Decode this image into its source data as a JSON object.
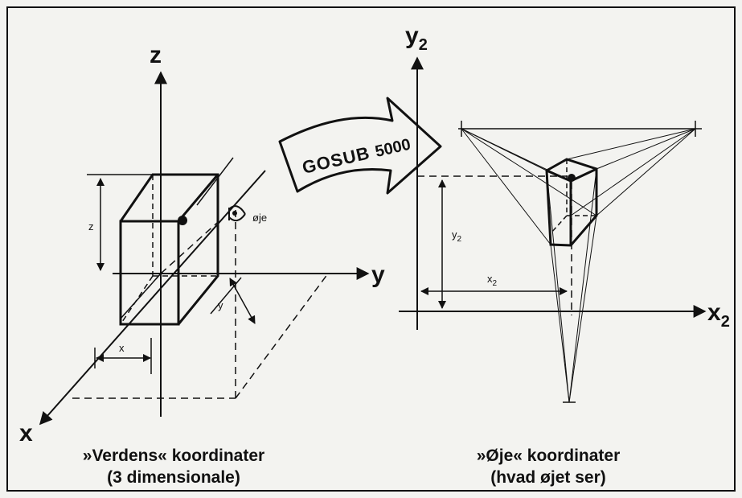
{
  "left_diagram": {
    "axis_z": "z",
    "axis_y": "y",
    "axis_x": "x",
    "dim_z": "z",
    "dim_y": "y",
    "dim_x": "x",
    "eye_label": "øje",
    "caption_line1": "»Verdens« koordinater",
    "caption_line2": "(3 dimensionale)"
  },
  "transform_arrow": {
    "label_part1": "GOSUB",
    "label_part2": "5000"
  },
  "right_diagram": {
    "axis_y": "y",
    "axis_y_sub": "2",
    "axis_x": "x",
    "axis_x_sub": "2",
    "dim_y": "y",
    "dim_y_sub": "2",
    "dim_x": "x",
    "dim_x_sub": "2",
    "caption_line1": "»Øje« koordinater",
    "caption_line2": "(hvad øjet ser)"
  },
  "colors": {
    "ink": "#111111",
    "paper": "#f3f3f0"
  }
}
